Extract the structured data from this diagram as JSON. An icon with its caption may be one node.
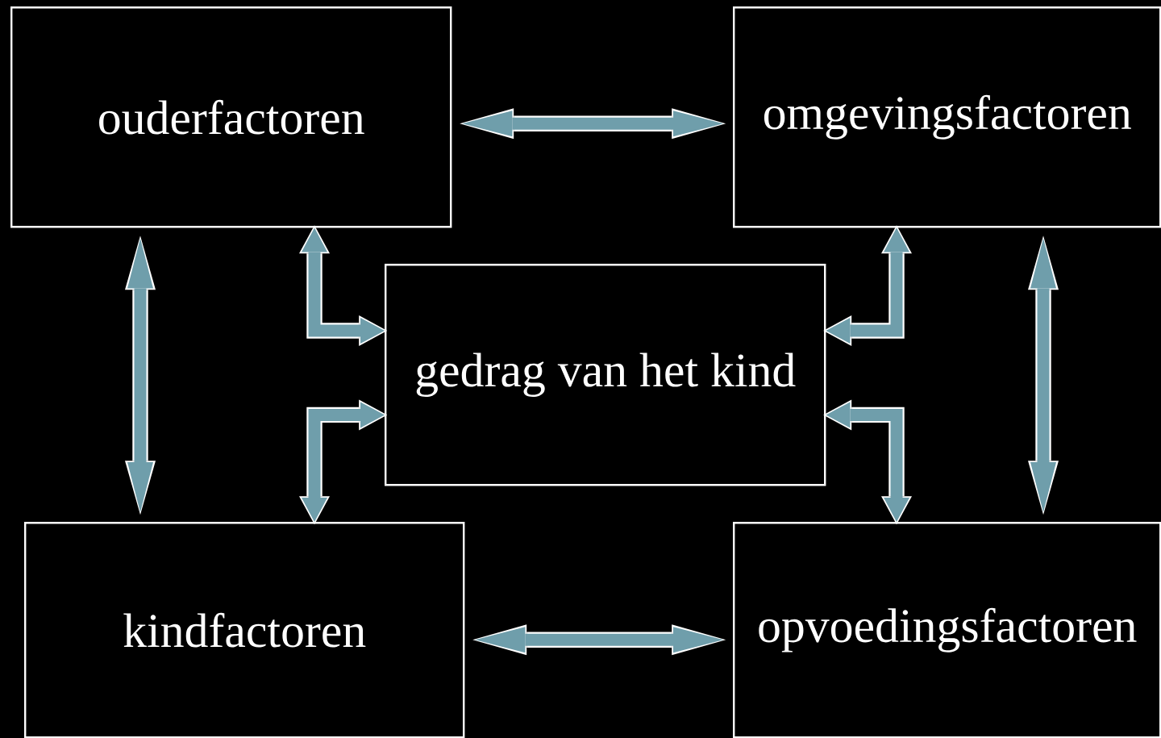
{
  "diagram": {
    "nodes": [
      {
        "text": [
          "ouderfactoren"
        ]
      },
      {
        "text": [
          "omgevingsfactoren"
        ]
      },
      {
        "text": [
          "gedrag van het kind"
        ]
      },
      {
        "text": [
          "kindfactoren"
        ]
      },
      {
        "text": [
          "opvoedingsfactoren"
        ]
      }
    ],
    "edges": [
      {
        "from": 0,
        "to": 1,
        "arrow": "both"
      },
      {
        "from": 0,
        "to": 3,
        "arrow": "both"
      },
      {
        "from": 1,
        "to": 4,
        "arrow": "both"
      },
      {
        "from": 3,
        "to": 4,
        "arrow": "both"
      },
      {
        "from": 0,
        "to": 2,
        "arrow": "both"
      },
      {
        "from": 3,
        "to": 2,
        "arrow": "both"
      },
      {
        "from": 1,
        "to": 2,
        "arrow": "both"
      },
      {
        "from": 4,
        "to": 2,
        "arrow": "both"
      }
    ]
  }
}
